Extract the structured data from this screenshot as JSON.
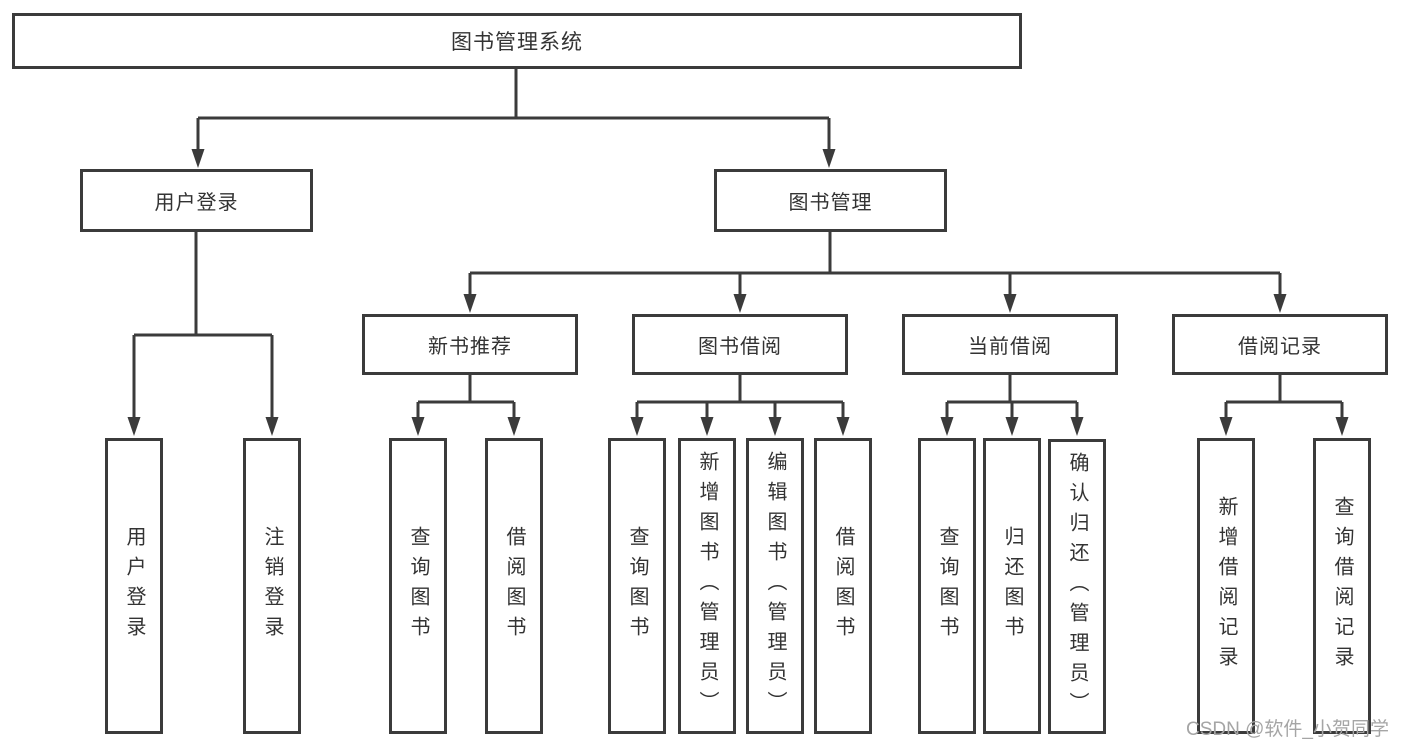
{
  "colors": {
    "line": "#3b3b3b",
    "text": "#333333",
    "box_fill": "#ffffff",
    "background": "#ffffff",
    "watermark": "#a5a5a5"
  },
  "watermark": {
    "text": "CSDN @软件_小贺同学"
  },
  "diagram": {
    "root": {
      "label": "图书管理系统"
    },
    "level2": [
      {
        "label": "用户登录"
      },
      {
        "label": "图书管理"
      }
    ],
    "level3": [
      {
        "label": "新书推荐"
      },
      {
        "label": "图书借阅"
      },
      {
        "label": "当前借阅"
      },
      {
        "label": "借阅记录"
      }
    ],
    "level4": {
      "user_login": [
        {
          "label": "用户登录"
        },
        {
          "label": "注销登录"
        }
      ],
      "new_books": [
        {
          "label": "查询图书"
        },
        {
          "label": "借阅图书"
        }
      ],
      "book_borrow": [
        {
          "label": "查询图书"
        },
        {
          "label": "新增图书（管理员）"
        },
        {
          "label": "编辑图书（管理员）"
        },
        {
          "label": "借阅图书"
        }
      ],
      "current_borrow": [
        {
          "label": "查询图书"
        },
        {
          "label": "归还图书"
        },
        {
          "label": "确认归还（管理员）"
        }
      ],
      "borrow_records": [
        {
          "label": "新增借阅记录"
        },
        {
          "label": "查询借阅记录"
        }
      ]
    }
  }
}
